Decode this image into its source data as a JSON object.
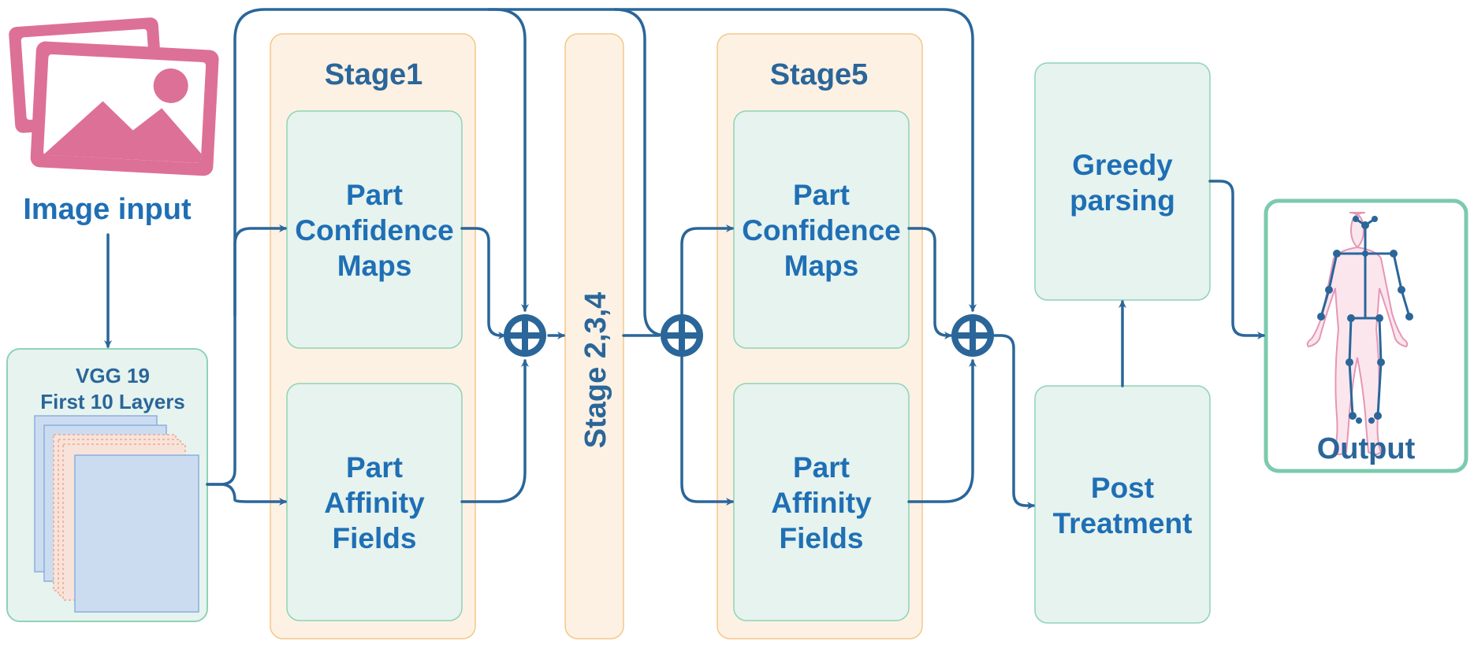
{
  "input": {
    "label": "Image input",
    "icon": "image-icon"
  },
  "vgg": {
    "line1": "VGG 19",
    "line2": "First 10 Layers"
  },
  "stage1": {
    "title": "Stage1",
    "pcm": [
      "Part",
      "Confidence",
      "Maps"
    ],
    "paf": [
      "Part",
      "Affinity",
      "Fields"
    ]
  },
  "stage234": {
    "title": "Stage 2,3,4"
  },
  "stage5": {
    "title": "Stage5",
    "pcm": [
      "Part",
      "Confidence",
      "Maps"
    ],
    "paf": [
      "Part",
      "Affinity",
      "Fields"
    ]
  },
  "greedy": [
    "Greedy",
    "parsing"
  ],
  "post": [
    "Post",
    "Treatment"
  ],
  "output": {
    "label": "Output",
    "icon": "human-skeleton-icon"
  },
  "colors": {
    "arrow": "#2a6699",
    "text_blue": "#1f6fb5",
    "title_blue": "#2a6699",
    "stage_fill": "#fdf1e4",
    "stage_stroke": "#f5c78a",
    "block_fill": "#e6f3ee",
    "block_stroke": "#8fd3b6",
    "output_stroke": "#7ccaad",
    "image_pink": "#dd7096"
  }
}
